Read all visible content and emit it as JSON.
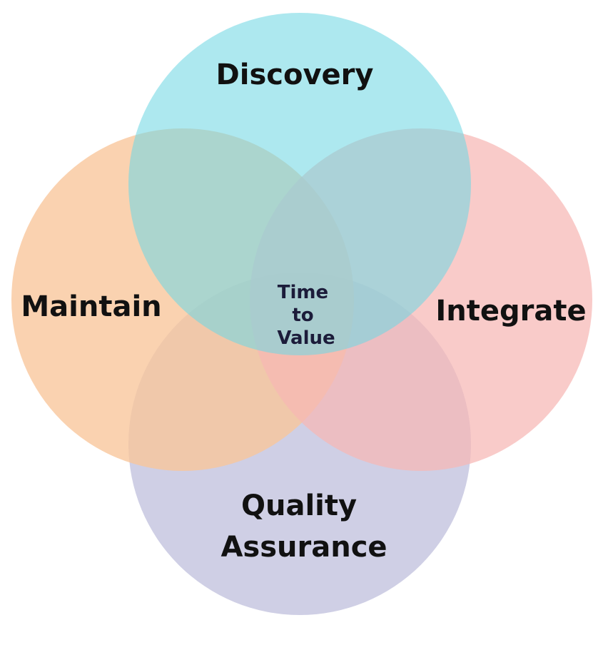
{
  "diagram": {
    "type": "venn",
    "sets": [
      {
        "id": "discovery",
        "label": "Discovery",
        "color": "#72d8e4"
      },
      {
        "id": "integrate",
        "label": "Integrate",
        "color": "#f7b7b4"
      },
      {
        "id": "quality_assurance",
        "label_lines": [
          "Quality",
          "Assurance"
        ],
        "color": "#c7c7e1"
      },
      {
        "id": "maintain",
        "label": "Maintain",
        "color": "#f9c59a"
      }
    ],
    "center": {
      "label_lines": [
        "Time",
        "to",
        "Value"
      ]
    }
  }
}
